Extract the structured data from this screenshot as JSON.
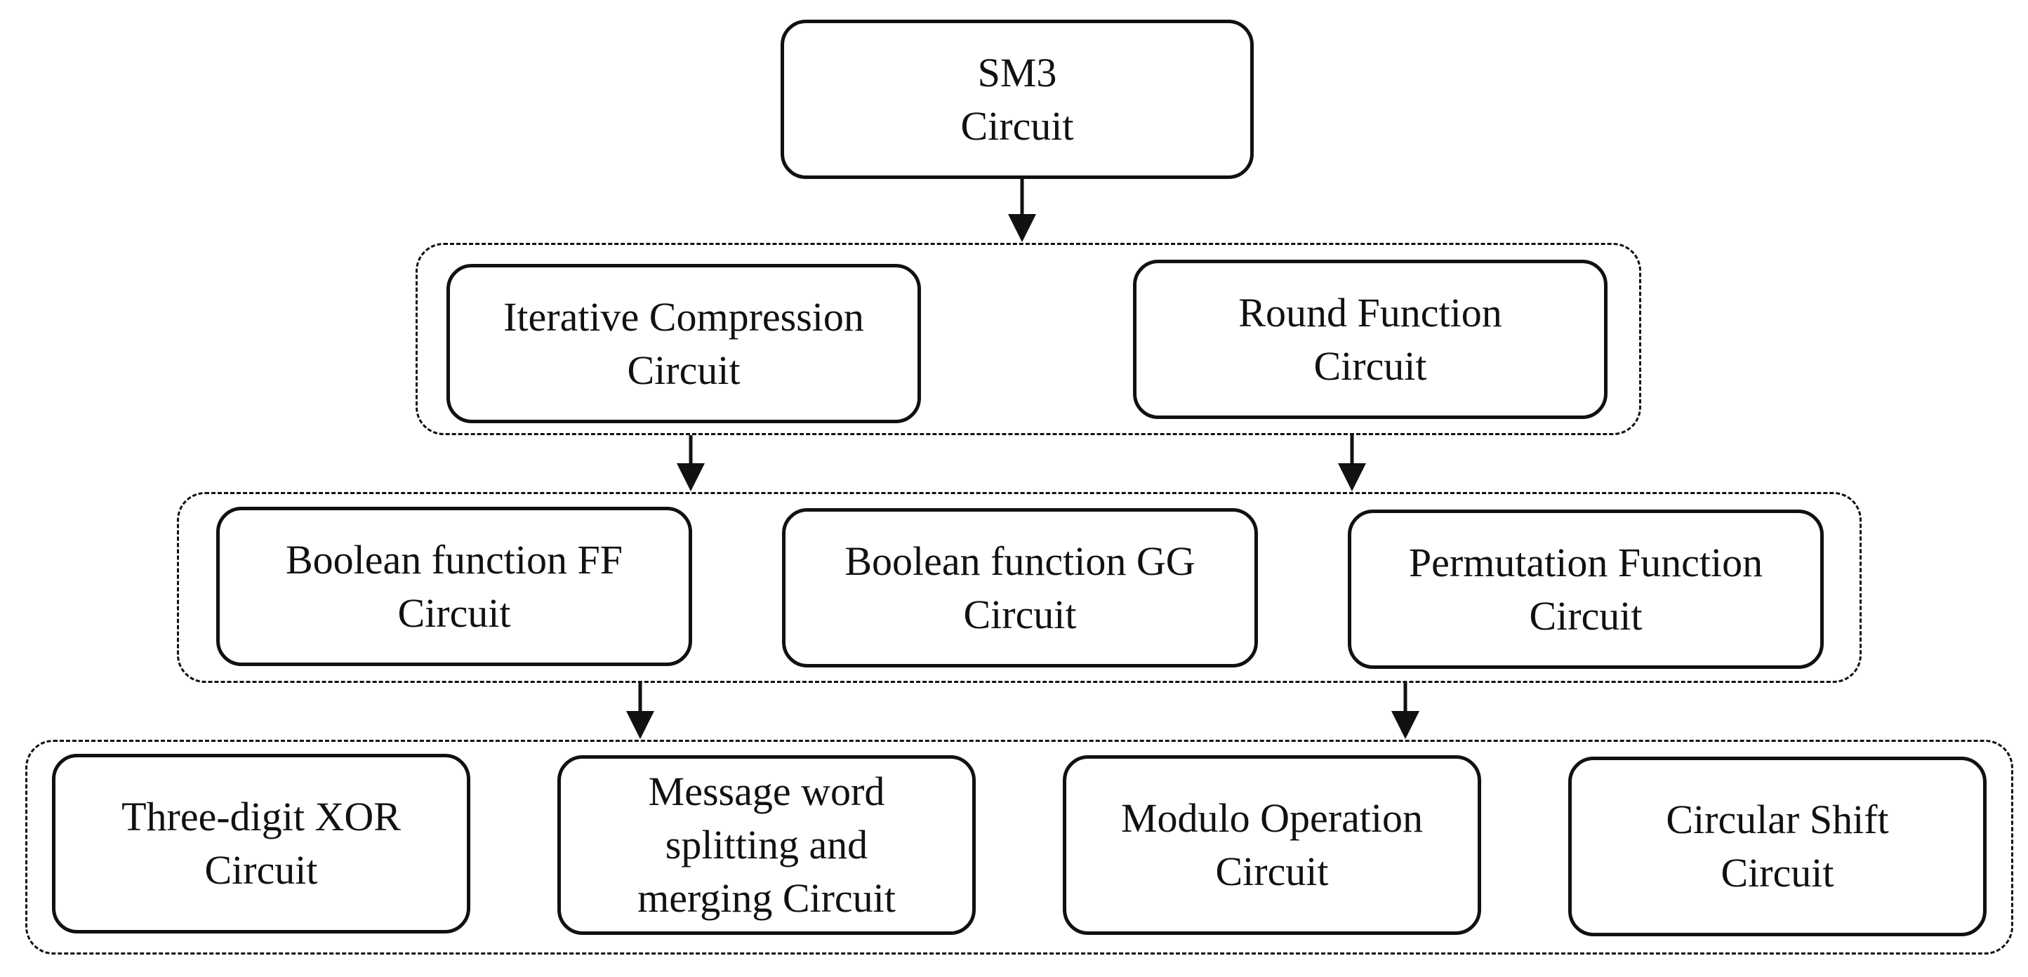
{
  "diagram": {
    "root": {
      "lines": [
        "SM3",
        "Circuit"
      ]
    },
    "level1": [
      {
        "lines": [
          "Iterative Compression",
          "Circuit"
        ]
      },
      {
        "lines": [
          "Round Function",
          "Circuit"
        ]
      }
    ],
    "level2": [
      {
        "lines": [
          "Boolean function FF",
          "Circuit"
        ]
      },
      {
        "lines": [
          "Boolean function GG",
          "Circuit"
        ]
      },
      {
        "lines": [
          "Permutation Function",
          "Circuit"
        ]
      }
    ],
    "level3": [
      {
        "lines": [
          "Three-digit XOR",
          "Circuit"
        ]
      },
      {
        "lines": [
          "Message word",
          "splitting and",
          "merging Circuit"
        ]
      },
      {
        "lines": [
          "Modulo Operation",
          "Circuit"
        ]
      },
      {
        "lines": [
          "Circular Shift",
          "Circuit"
        ]
      }
    ]
  }
}
